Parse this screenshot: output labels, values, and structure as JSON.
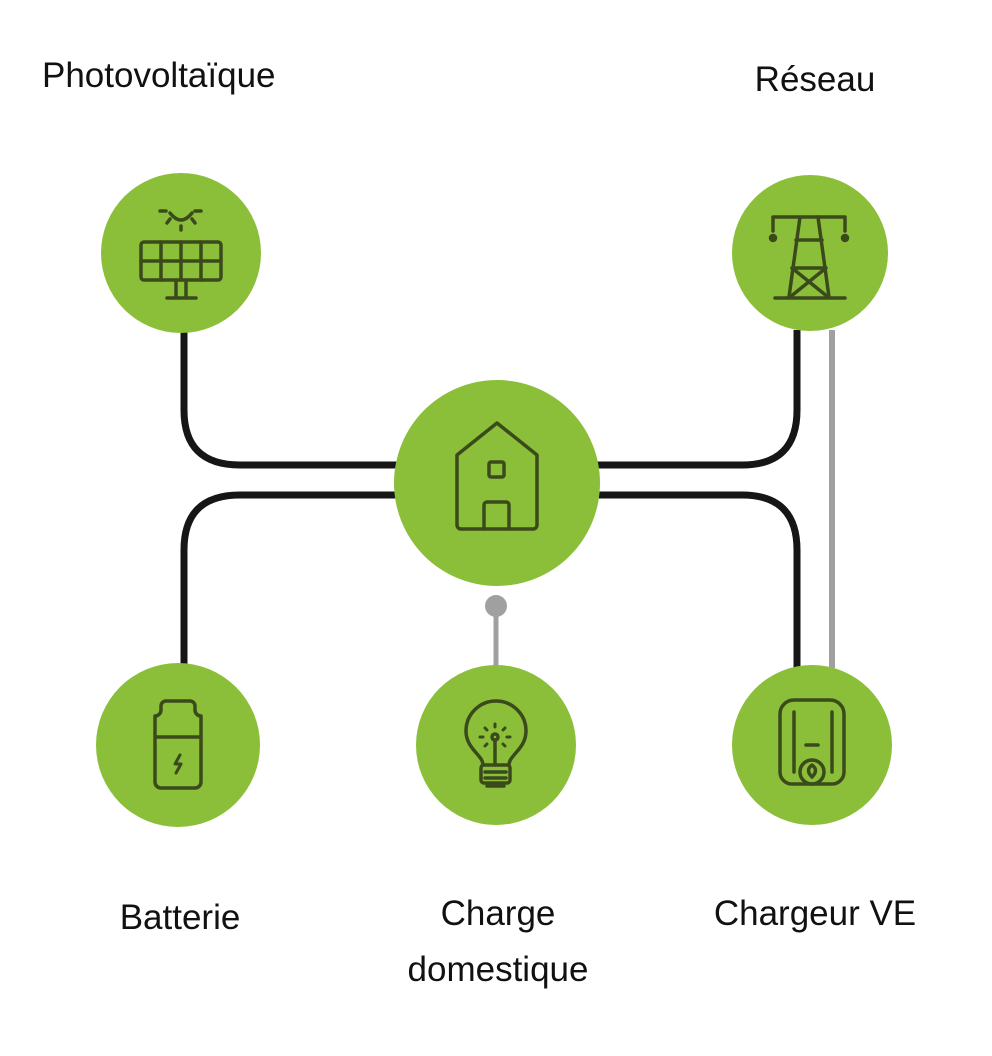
{
  "colors": {
    "node_fill": "#8bbf3a",
    "icon_stroke": "#3a4a1a",
    "power_line": "#161616",
    "data_line": "#a0a0a0",
    "background": "#ffffff",
    "text": "#111111"
  },
  "nodes": {
    "pv": {
      "label": "Photovoltaïque",
      "icon": "solar-panel-icon"
    },
    "grid": {
      "label": "Réseau",
      "icon": "power-pylon-icon"
    },
    "home": {
      "label": "",
      "icon": "house-icon"
    },
    "battery": {
      "label": "Batterie",
      "icon": "battery-charging-icon"
    },
    "household_load": {
      "label_line1": "Charge",
      "label_line2": "domestique",
      "icon": "light-bulb-icon"
    },
    "ev_charger": {
      "label": "Chargeur VE",
      "icon": "ev-wallbox-icon"
    }
  },
  "connections": [
    {
      "from": "pv",
      "to": "home",
      "type": "power"
    },
    {
      "from": "grid",
      "to": "home",
      "type": "power"
    },
    {
      "from": "home",
      "to": "battery",
      "type": "power"
    },
    {
      "from": "home",
      "to": "ev_charger",
      "type": "power"
    },
    {
      "from": "home",
      "to": "household_load",
      "type": "signal"
    },
    {
      "from": "grid",
      "to": "ev_charger",
      "type": "signal"
    }
  ]
}
